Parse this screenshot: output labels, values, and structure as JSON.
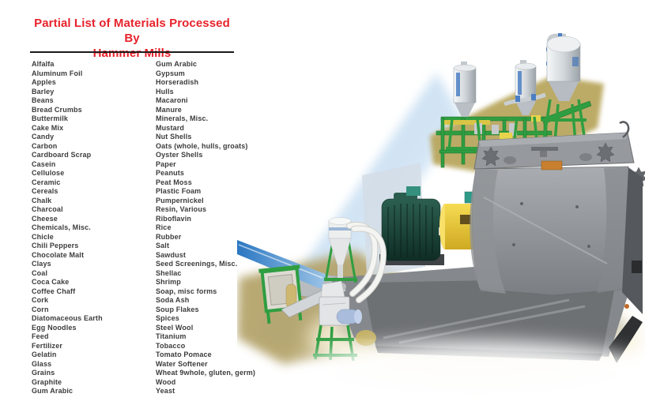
{
  "page": {
    "title_line1": "Partial List of Materials Processed By",
    "title_line2": "Hammer Mills",
    "accent_red": "#e7222b",
    "text_color": "#3c3c3e"
  },
  "materials": {
    "column1": [
      "Alfalfa",
      "Aluminum Foil",
      "Apples",
      "Barley",
      "Beans",
      "Bread Crumbs",
      "Buttermilk",
      "Cake Mix",
      "Candy",
      "Carbon",
      "Cardboard Scrap",
      "Casein",
      "Cellulose",
      "Ceramic",
      "Cereals",
      "Chalk",
      "Charcoal",
      "Cheese",
      "Chemicals, Misc.",
      "Chicle",
      "Chili Peppers",
      "Chocolate Malt",
      "Clays",
      "Coal",
      "Coca Cake",
      "Coffee Chaff",
      "Cork",
      "Corn",
      "Diatomaceous Earth",
      "Egg Noodles",
      "Feed",
      "Fertilizer",
      "Gelatin",
      "Glass",
      "Grains",
      "Graphite",
      "Gum Arabic"
    ],
    "column2": [
      "Gum Arabic",
      "Gypsum",
      "Horseradish",
      "Hulls",
      "Macaroni",
      "Manure",
      "Minerals, Misc.",
      "Mustard",
      "Nut Shells",
      "Oats (whole, hulls, groats)",
      "Oyster Shells",
      "Paper",
      "Peanuts",
      "Peat Moss",
      "Plastic Foam",
      "Pumpernickel",
      "Resin, Various",
      "Riboflavin",
      "Rice",
      "Rubber",
      "Salt",
      "Sawdust",
      "Seed Screenings, Misc.",
      "Shellac",
      "Shrimp",
      "Soap, misc forms",
      "Soda Ash",
      "Soup Flakes",
      "Spices",
      "Steel Wool",
      "Titanium",
      "Tobacco",
      "Tomato Pomace",
      "Water Softener",
      "Wheat 9whole, gluten, germ)",
      "Wood",
      "Yeast"
    ]
  },
  "illustration": {
    "description": "Hammer mill processing system: three silos on green frames, large gray hammer mill with yellow coupling and dark teal motor, small mill with cyclone separator and piping",
    "colors": {
      "frame_green": "#2f9e41",
      "silo_gray": "#d2d7db",
      "platform_tan": "#b9a75e",
      "mill_gray": "#8d9195",
      "motor_teal": "#1c4a3e",
      "coupling_yellow": "#e7c838",
      "pipe_blue": "#4b7fc4",
      "wash_blue": "#aecde8"
    }
  }
}
